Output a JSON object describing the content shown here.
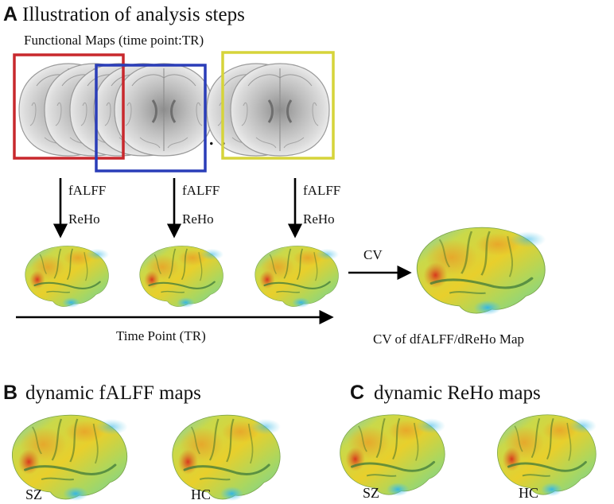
{
  "panels": {
    "a": {
      "letter": "A",
      "title": "Illustration of analysis steps"
    },
    "b": {
      "letter": "B",
      "title": "dynamic fALFF maps"
    },
    "c": {
      "letter": "C",
      "title": "dynamic ReHo maps"
    }
  },
  "functional_maps_label": "Functional Maps (time point:TR)",
  "ellipsis": ". .",
  "windows": [
    {
      "name": "red-window",
      "color": "#c8282d"
    },
    {
      "name": "blue-window",
      "color": "#2a3db8"
    },
    {
      "name": "yellow-window",
      "color": "#d6d43a"
    }
  ],
  "steps": [
    {
      "metric1": "fALFF",
      "metric2": "ReHo"
    },
    {
      "metric1": "fALFF",
      "metric2": "ReHo"
    },
    {
      "metric1": "fALFF",
      "metric2": "ReHo"
    }
  ],
  "cv_label": "CV",
  "time_axis_label": "Time Point (TR)",
  "cv_map_label": "CV of dfALFF/dReHo Map",
  "groups": {
    "falff": [
      {
        "label": "SZ"
      },
      {
        "label": "HC"
      }
    ],
    "reho": [
      {
        "label": "SZ"
      },
      {
        "label": "HC"
      }
    ]
  },
  "colors": {
    "brain_yellow": "#e8d22e",
    "brain_green": "#8ed36a",
    "brain_cyan": "#4fc8e6",
    "brain_red": "#e0401e",
    "arrow": "#000000"
  }
}
